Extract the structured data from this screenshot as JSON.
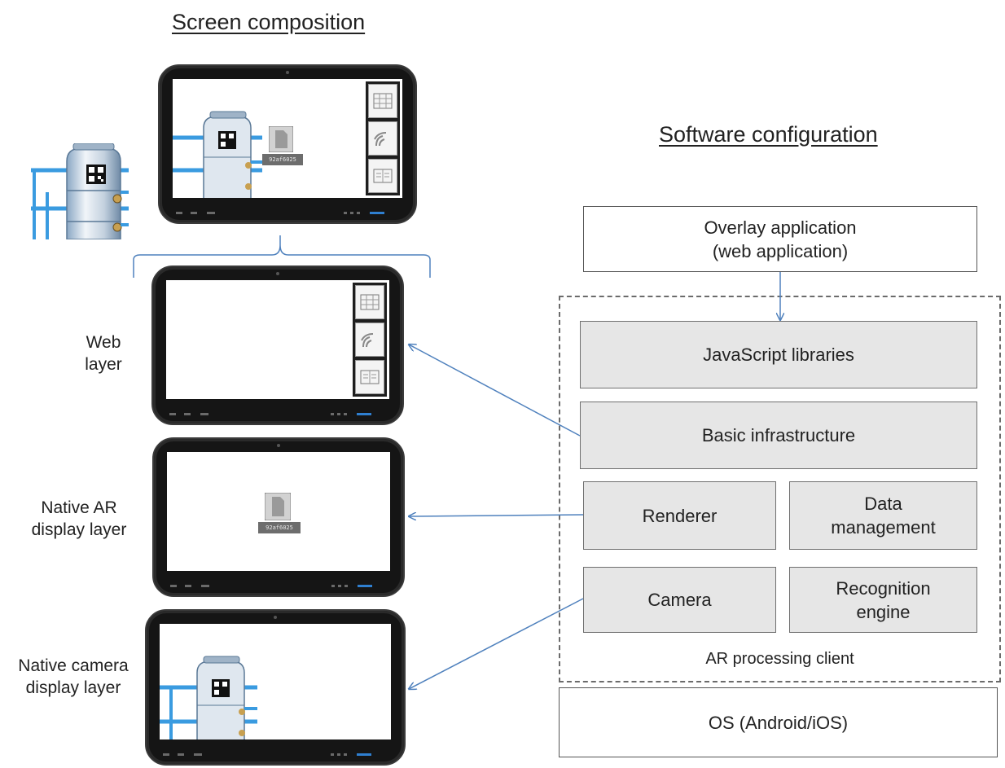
{
  "headings": {
    "screen_composition": "Screen composition",
    "software_configuration": "Software configuration"
  },
  "layers": {
    "web": [
      "Web",
      "layer"
    ],
    "native_ar": [
      "Native AR",
      "display layer"
    ],
    "native_camera": [
      "Native camera",
      "display layer"
    ]
  },
  "software": {
    "overlay_application": [
      "Overlay application",
      "(web application)"
    ],
    "javascript_libraries": "JavaScript libraries",
    "basic_infrastructure": "Basic infrastructure",
    "renderer": "Renderer",
    "data_management": [
      "Data",
      "management"
    ],
    "camera": "Camera",
    "recognition_engine": [
      "Recognition",
      "engine"
    ],
    "ar_processing_client": "AR processing client",
    "os": "OS (Android/iOS)"
  },
  "tag_text": "92af6025",
  "colors": {
    "arrow": "#4f81bd",
    "grey_box": "#e6e6e6",
    "tank_blue": "#2f8fd8",
    "pipe_blue": "#3a9be0"
  },
  "icons": [
    "document-icon",
    "grid-icon",
    "wifi-icon",
    "book-icon",
    "qr-code-icon",
    "storage-tank-icon"
  ]
}
